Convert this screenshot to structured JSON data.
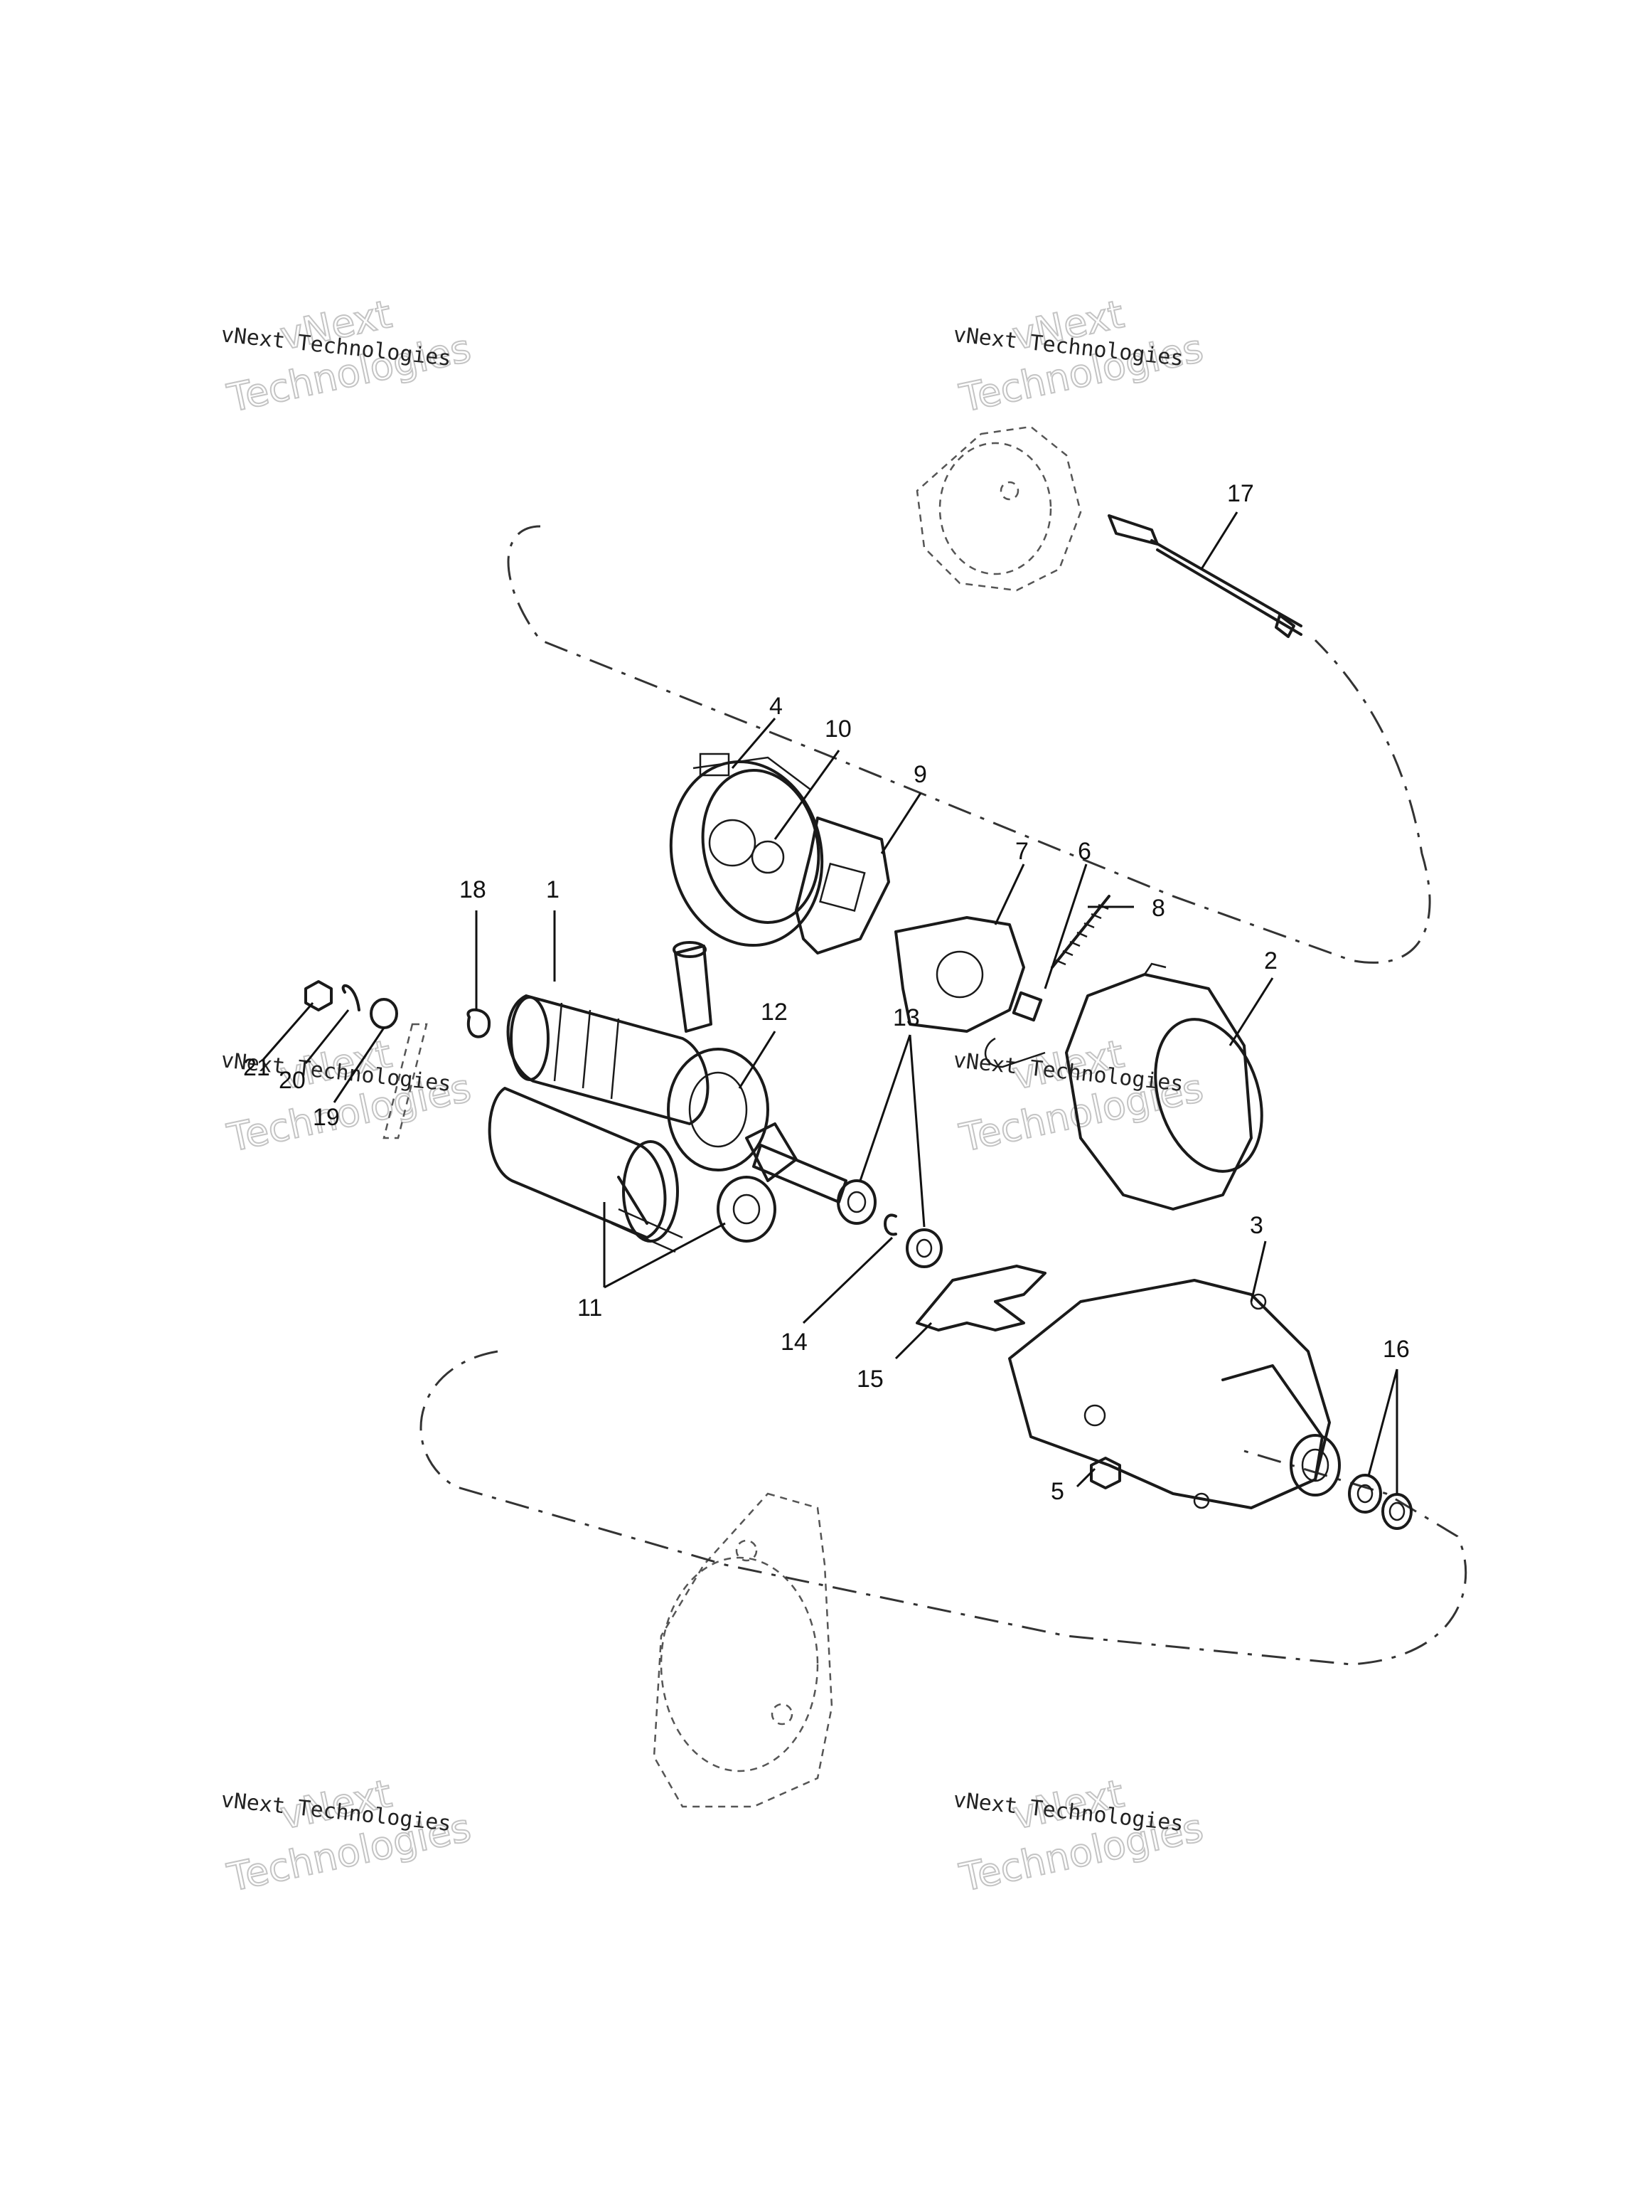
{
  "diagram": {
    "callouts": [
      {
        "id": "1",
        "label": "1"
      },
      {
        "id": "2",
        "label": "2"
      },
      {
        "id": "3",
        "label": "3"
      },
      {
        "id": "4",
        "label": "4"
      },
      {
        "id": "5",
        "label": "5"
      },
      {
        "id": "6",
        "label": "6"
      },
      {
        "id": "7",
        "label": "7"
      },
      {
        "id": "8",
        "label": "8"
      },
      {
        "id": "9",
        "label": "9"
      },
      {
        "id": "10",
        "label": "10"
      },
      {
        "id": "11",
        "label": "11"
      },
      {
        "id": "12",
        "label": "12"
      },
      {
        "id": "13",
        "label": "13"
      },
      {
        "id": "14",
        "label": "14"
      },
      {
        "id": "15",
        "label": "15"
      },
      {
        "id": "16",
        "label": "16"
      },
      {
        "id": "17",
        "label": "17"
      },
      {
        "id": "18",
        "label": "18"
      },
      {
        "id": "19",
        "label": "19"
      },
      {
        "id": "20",
        "label": "20"
      },
      {
        "id": "21",
        "label": "21"
      }
    ],
    "watermark": {
      "small": "vNext Technologies",
      "big_line1": "vNext",
      "big_line2": "Technologies"
    }
  }
}
